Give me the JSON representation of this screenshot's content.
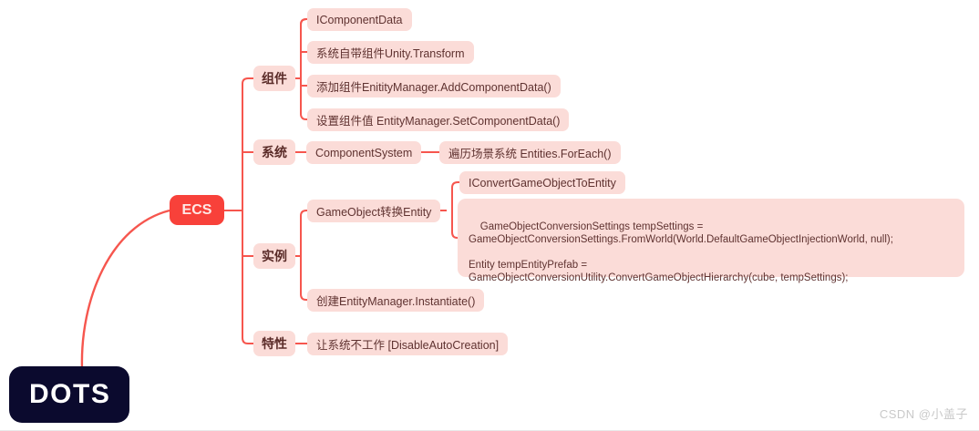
{
  "diagram": {
    "type": "mind-map",
    "root": {
      "label": "DOTS"
    },
    "center": {
      "label": "ECS"
    },
    "colors": {
      "root_bg": "#0b0a2e",
      "root_text": "#ffffff",
      "center_bg": "#f8413a",
      "center_text": "#ffe9e6",
      "node_bg": "#fbdcd8",
      "node_text": "#5f3230",
      "connector": "#f6564e",
      "page_bg": "#ffffff"
    },
    "branches": [
      {
        "label": "组件",
        "children": [
          {
            "label": "IComponentData"
          },
          {
            "label": "系统自带组件Unity.Transform"
          },
          {
            "label": "添加组件EnitityManager.AddComponentData()"
          },
          {
            "label": "设置组件值 EntityManager.SetComponentData()"
          }
        ]
      },
      {
        "label": "系统",
        "children": [
          {
            "label": "ComponentSystem",
            "children": [
              {
                "label": "遍历场景系统 Entities.ForEach()"
              }
            ]
          }
        ]
      },
      {
        "label": "实例",
        "children": [
          {
            "label": "GameObject转换Entity",
            "children": [
              {
                "label": "IConvertGameObjectToEntity"
              },
              {
                "label": "GameObjectConversionSettings tempSettings =\nGameObjectConversionSettings.FromWorld(World.DefaultGameObjectInjectionWorld, null);\n\nEntity tempEntityPrefab =\nGameObjectConversionUtility.ConvertGameObjectHierarchy(cube, tempSettings);"
              }
            ]
          },
          {
            "label": "创建EntityManager.Instantiate()"
          }
        ]
      },
      {
        "label": "特性",
        "children": [
          {
            "label": "让系统不工作 [DisableAutoCreation]"
          }
        ]
      }
    ]
  },
  "watermark": {
    "text": "CSDN @小盖子"
  }
}
